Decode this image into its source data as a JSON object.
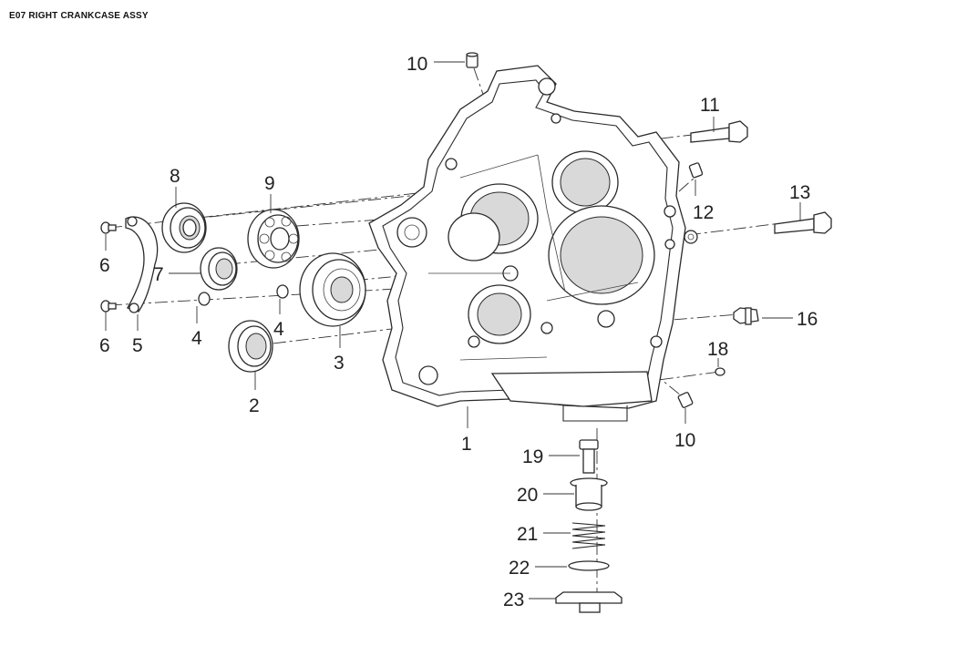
{
  "title": "E07 RIGHT CRANKCASE ASSY",
  "callouts": [
    {
      "id": "c10a",
      "text": "10"
    },
    {
      "id": "c11",
      "text": "11"
    },
    {
      "id": "c8",
      "text": "8"
    },
    {
      "id": "c9",
      "text": "9"
    },
    {
      "id": "c12",
      "text": "12"
    },
    {
      "id": "c13",
      "text": "13"
    },
    {
      "id": "c6a",
      "text": "6"
    },
    {
      "id": "c7",
      "text": "7"
    },
    {
      "id": "c6b",
      "text": "6"
    },
    {
      "id": "c5",
      "text": "5"
    },
    {
      "id": "c4a",
      "text": "4"
    },
    {
      "id": "c4b",
      "text": "4"
    },
    {
      "id": "c3",
      "text": "3"
    },
    {
      "id": "c16",
      "text": "16"
    },
    {
      "id": "c18",
      "text": "18"
    },
    {
      "id": "c2",
      "text": "2"
    },
    {
      "id": "c1",
      "text": "1"
    },
    {
      "id": "c10b",
      "text": "10"
    },
    {
      "id": "c19",
      "text": "19"
    },
    {
      "id": "c20",
      "text": "20"
    },
    {
      "id": "c21",
      "text": "21"
    },
    {
      "id": "c22",
      "text": "22"
    },
    {
      "id": "c23",
      "text": "23"
    }
  ]
}
